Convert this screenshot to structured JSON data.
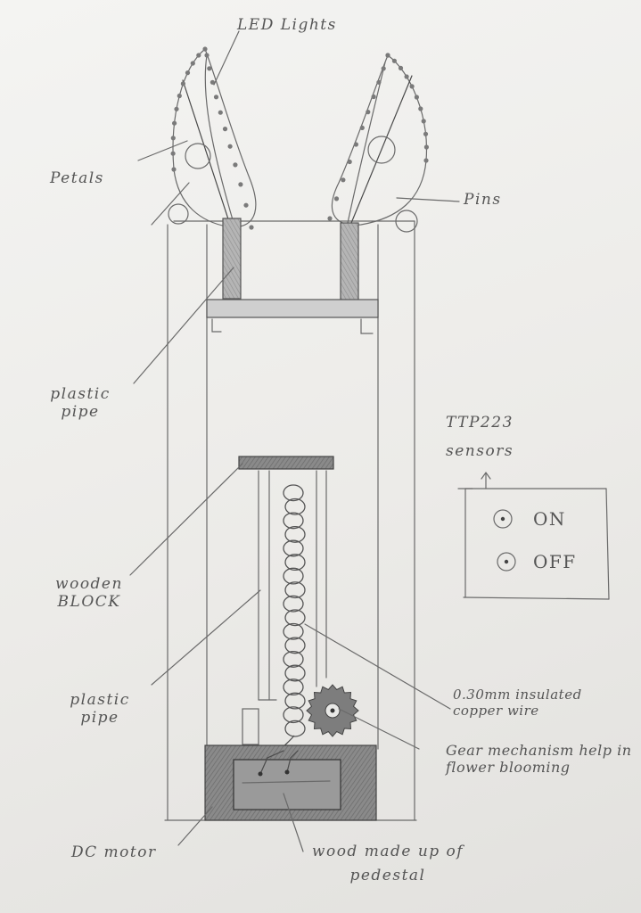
{
  "labels": {
    "led_lights": "LED Lights",
    "petals": "Petals",
    "pins": "Pins",
    "plastic_pipe_top": "plastic pipe",
    "ttp223_sensors": "TTP223 sensors",
    "on": "ON",
    "off": "OFF",
    "wooden_block": "wooden BLOCK",
    "plastic_pipe_bottom": "plastic pipe",
    "copper_wire": "0.30mm insulated copper wire",
    "gear_mechanism": "Gear mechanism help in flower blooming",
    "dc_motor": "DC motor",
    "wood_pedestal": "wood made up of pedestal"
  },
  "colors": {
    "pencil": "#6a6a6a",
    "shade": "#7d7d7d",
    "paper": "#f1f0ee"
  }
}
